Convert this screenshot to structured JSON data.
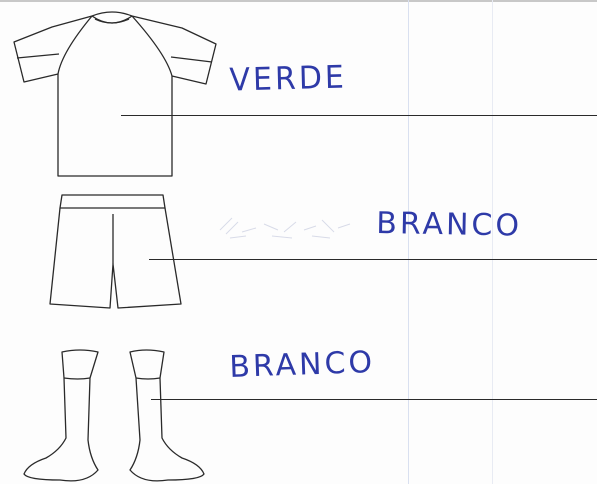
{
  "garments": {
    "shirt": {
      "color_label": "VERDE",
      "icon": "shirt-icon"
    },
    "shorts": {
      "color_label": "BRANCO",
      "icon": "shorts-icon"
    },
    "socks": {
      "color_label": "BRANCO",
      "icon": "socks-icon"
    }
  },
  "colors": {
    "ink": "#2e3aa8",
    "outline": "#2a2a2a"
  }
}
